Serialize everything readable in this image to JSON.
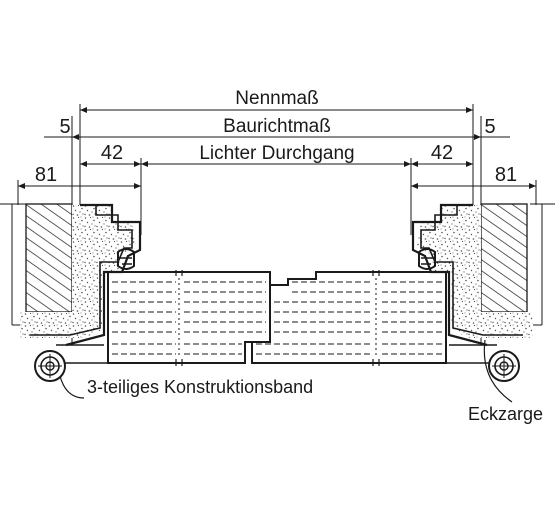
{
  "dimensions": {
    "nennmass": "Nennmaß",
    "baurichtmass": "Baurichtmaß",
    "lichter_durchgang": "Lichter Durchgang",
    "left_5": "5",
    "right_5": "5",
    "left_42": "42",
    "right_42": "42",
    "left_81": "81",
    "right_81": "81"
  },
  "callouts": {
    "hinge": "3-teiliges Konstruktionsband",
    "frame": "Eckzarge"
  },
  "colors": {
    "ink": "#1a1a1a",
    "paper": "#ffffff",
    "speckle": "#555555"
  }
}
